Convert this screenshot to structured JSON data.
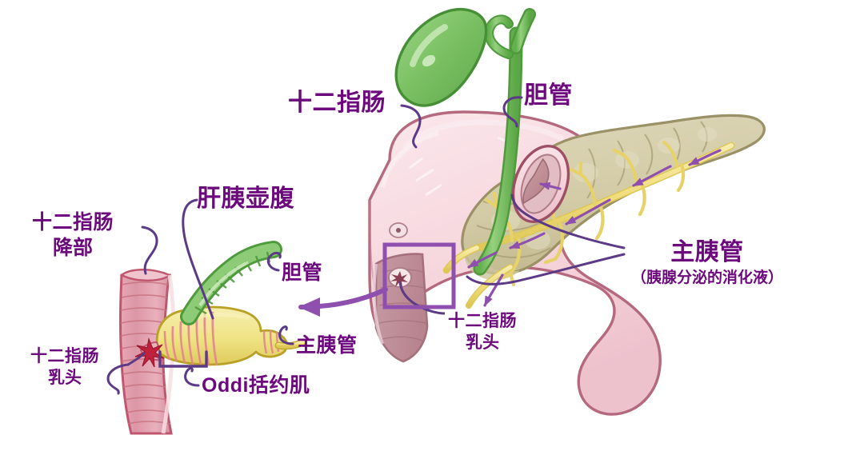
{
  "figure": {
    "title": "胆管、肝胰壶腹与主胰管解剖示意图",
    "accent_purple": "#6c0a7d",
    "arrow_purple": "#8e4fae",
    "duodenum_pink": "#f6d7dc",
    "duodenum_outline": "#b4697f",
    "pancreas_tan": "#d6cfae",
    "pancreas_outline": "#9a9166",
    "gallbladder_green": "#79c063",
    "duct_yellow": "#f2e07a",
    "bile_duct_green": "#7cbf63",
    "papilla_red": "#c0334a"
  },
  "labels": {
    "duodenum_main": "十二指肠",
    "bile_duct_main": "胆管",
    "main_pancreatic_duct_right": "主胰管",
    "main_pancreatic_duct_note": "（胰腺分泌的消化液）",
    "duodenum_descending_line1": "十二指肠",
    "duodenum_descending_line2": "降部",
    "hepatopancreatic_ampulla": "肝胰壶腹",
    "bile_duct_inset": "胆管",
    "main_pancreatic_duct_inset": "主胰管",
    "duodenal_papilla_left_line1": "十二指肠",
    "duodenal_papilla_left_line2": "乳头",
    "sphincter_of_oddi": "Oddi括约肌",
    "duodenal_papilla_center_line1": "十二指肠",
    "duodenal_papilla_center_line2": "乳头"
  },
  "structures": [
    {
      "name": "gallbladder",
      "label": "胆囊（绿色梨形）",
      "color": "#79c063"
    },
    {
      "name": "cystic-duct",
      "label": "胆囊管",
      "color": "#7cbf63"
    },
    {
      "name": "common-bile-duct",
      "label": "胆管",
      "color": "#7cbf63"
    },
    {
      "name": "duodenum",
      "label": "十二指肠",
      "color": "#f6d7dc"
    },
    {
      "name": "pancreas",
      "label": "胰腺",
      "color": "#d6cfae"
    },
    {
      "name": "main-pancreatic-duct",
      "label": "主胰管",
      "color": "#f2e07a"
    },
    {
      "name": "duodenal-papilla",
      "label": "十二指肠乳头",
      "color": "#c0334a"
    },
    {
      "name": "hepatopancreatic-ampulla",
      "label": "肝胰壶腹",
      "color": "#f2e07a"
    },
    {
      "name": "sphincter-of-oddi",
      "label": "Oddi括约肌",
      "color": "#e2889a"
    },
    {
      "name": "highlight-box",
      "label": "放大区域框",
      "color": "#8e4fae"
    },
    {
      "name": "magnify-arrow",
      "label": "放大指示箭头",
      "color": "#8e4fae"
    },
    {
      "name": "flow-arrows",
      "label": "胰液流向箭头",
      "color": "#8e4fae"
    }
  ]
}
